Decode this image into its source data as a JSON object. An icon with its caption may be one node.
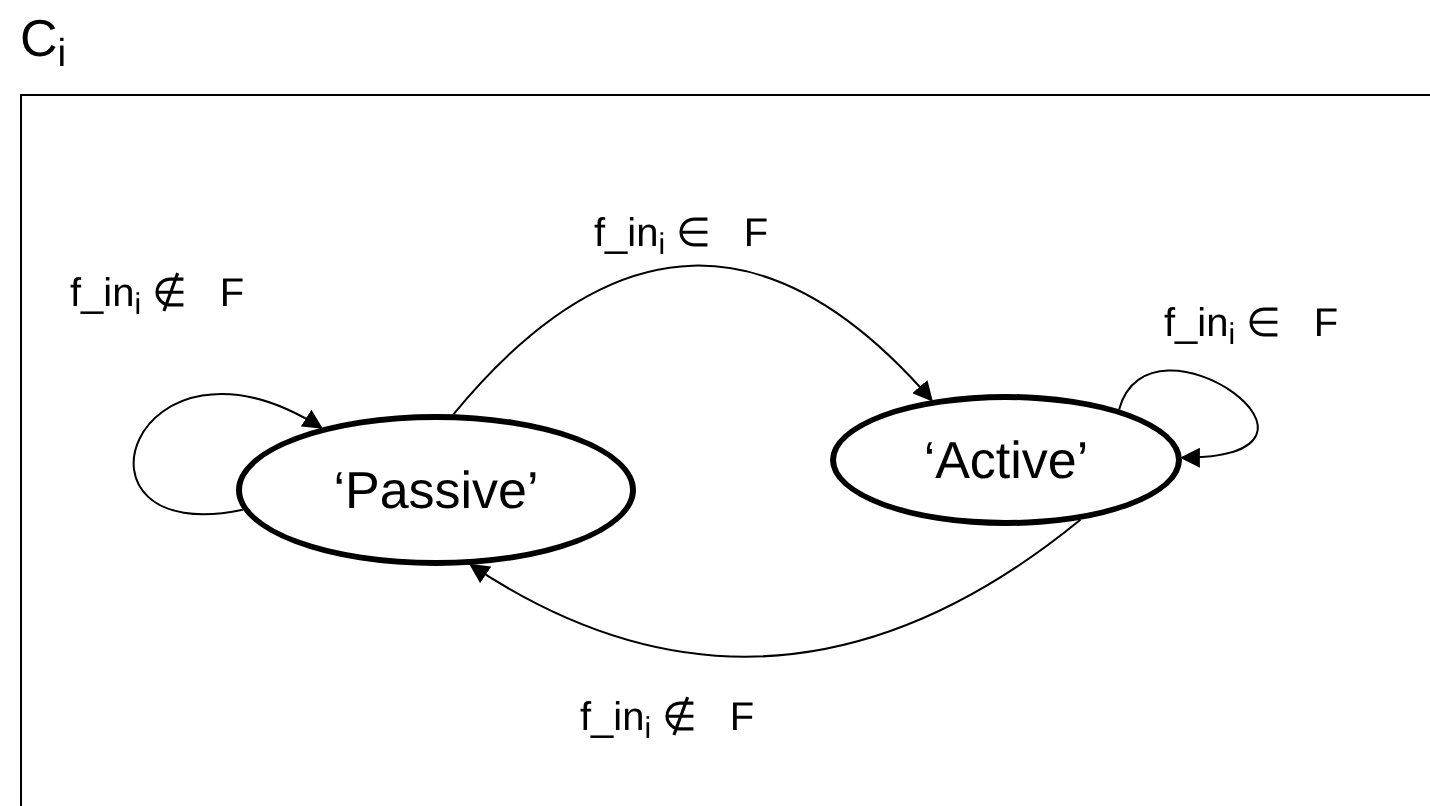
{
  "diagram": {
    "nodes": [
      {
        "text": [
          "C$_{i}$"
        ]
      },
      {
        "text": [
          "‘Passive’"
        ],
        "in": 0
      },
      {
        "text": [
          "‘Active’"
        ],
        "in": 0
      }
    ],
    "edges": [
      {
        "from": 1,
        "to": 1,
        "arrow": "to",
        "label": "f_in$_{i}$ ∉   F"
      },
      {
        "from": 1,
        "to": 2,
        "arrow": "to",
        "label": "f_in$_{i}$ ∈   F"
      },
      {
        "from": 2,
        "to": 2,
        "arrow": "to",
        "label": "f_in$_{i}$ ∈   F"
      },
      {
        "from": 2,
        "to": 1,
        "arrow": "to",
        "label": "f_in$_{i}$ ∉   F"
      }
    ]
  }
}
